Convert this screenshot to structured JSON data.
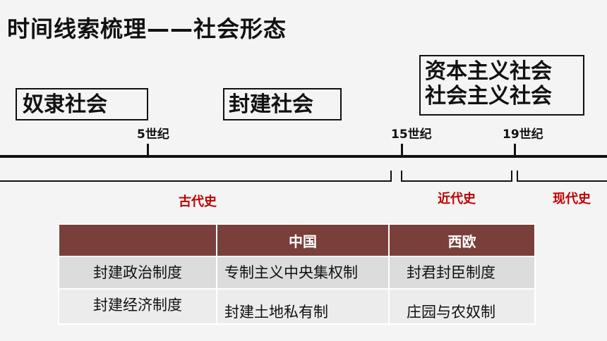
{
  "title": "时间线索梳理——社会形态",
  "eras": {
    "slave": "奴隶社会",
    "feudal": "封建社会",
    "capitalist": "资本主义社会",
    "socialist": "社会主义社会"
  },
  "ticks": [
    "5世纪",
    "15世纪",
    "19世纪"
  ],
  "periods": {
    "ancient": "古代史",
    "modern": "近代史",
    "contemporary": "现代史"
  },
  "table": {
    "headers": [
      "",
      "中国",
      "西欧"
    ],
    "rows": [
      [
        "封建政治制度",
        "专制主义中央集权制",
        "封君封臣制度"
      ],
      [
        "封建经济制度",
        "封建土地私有制",
        "庄园与农奴制"
      ]
    ]
  },
  "colors": {
    "header_bg": "#7a3f3a",
    "period_red": "#c00000"
  }
}
